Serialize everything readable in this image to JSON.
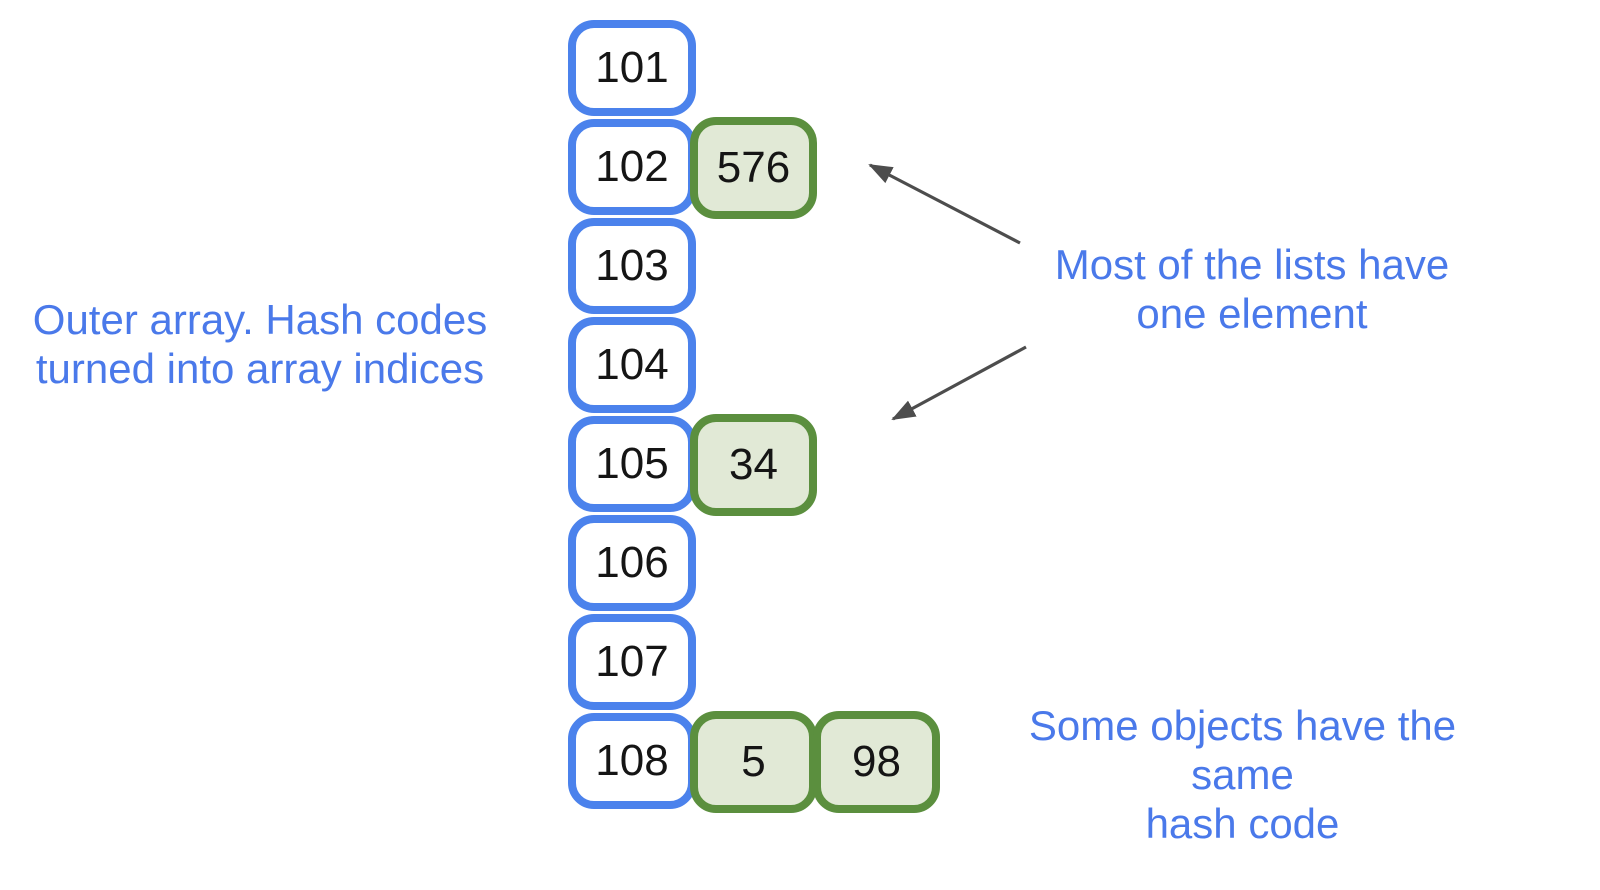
{
  "diagram": {
    "title_hint": "hash table buckets diagram",
    "notes": {
      "outer_array": {
        "line1": "Outer array. Hash codes",
        "line2": "turned into array indices"
      },
      "one_element": {
        "line1": "Most of the lists have",
        "line2": "one element"
      },
      "same_hash": {
        "line1": "Some objects have the same",
        "line2": "hash code"
      }
    },
    "array": {
      "slots": [
        {
          "index": "101",
          "values": []
        },
        {
          "index": "102",
          "values": [
            "576"
          ]
        },
        {
          "index": "103",
          "values": []
        },
        {
          "index": "104",
          "values": []
        },
        {
          "index": "105",
          "values": [
            "34"
          ]
        },
        {
          "index": "106",
          "values": []
        },
        {
          "index": "107",
          "values": []
        },
        {
          "index": "108",
          "values": [
            "5",
            "98"
          ]
        }
      ]
    },
    "colors": {
      "outer_slot_border": "#4b82ec",
      "outer_slot_fill": "#ffffff",
      "bucket_border": "#5b8f3e",
      "bucket_fill": "#e1e9d6",
      "note_text": "#4a79ea",
      "number_text": "#151515",
      "arrow": "#4d4d4d"
    }
  }
}
